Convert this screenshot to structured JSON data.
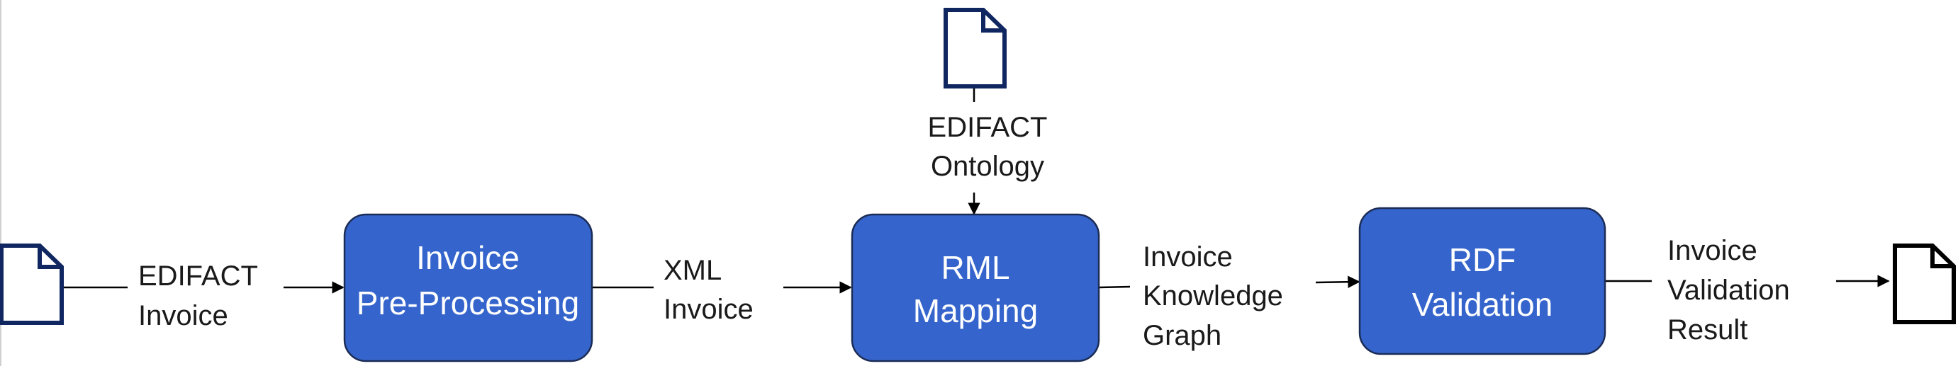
{
  "colors": {
    "process_fill": "#3565cc",
    "process_stroke": "#1b2c55",
    "document_input": "#0f2660",
    "document_output": "#000000",
    "connector": "#000000"
  },
  "icons": [
    "document-icon",
    "document-icon",
    "document-icon"
  ],
  "inputs": {
    "edifact_invoice": [
      "EDIFACT",
      "Invoice"
    ],
    "edifact_ontology": [
      "EDIFACT",
      "Ontology"
    ]
  },
  "processes": {
    "preprocessing": [
      "Invoice",
      "Pre-Processing"
    ],
    "rml_mapping": [
      "RML",
      "Mapping"
    ],
    "rdf_validation": [
      "RDF",
      "Validation"
    ]
  },
  "intermediates": {
    "xml_invoice": [
      "XML",
      "Invoice"
    ],
    "knowledge_graph": [
      "Invoice",
      "Knowledge",
      "Graph"
    ]
  },
  "outputs": {
    "validation_result": [
      "Invoice",
      "Validation",
      "Result"
    ]
  }
}
